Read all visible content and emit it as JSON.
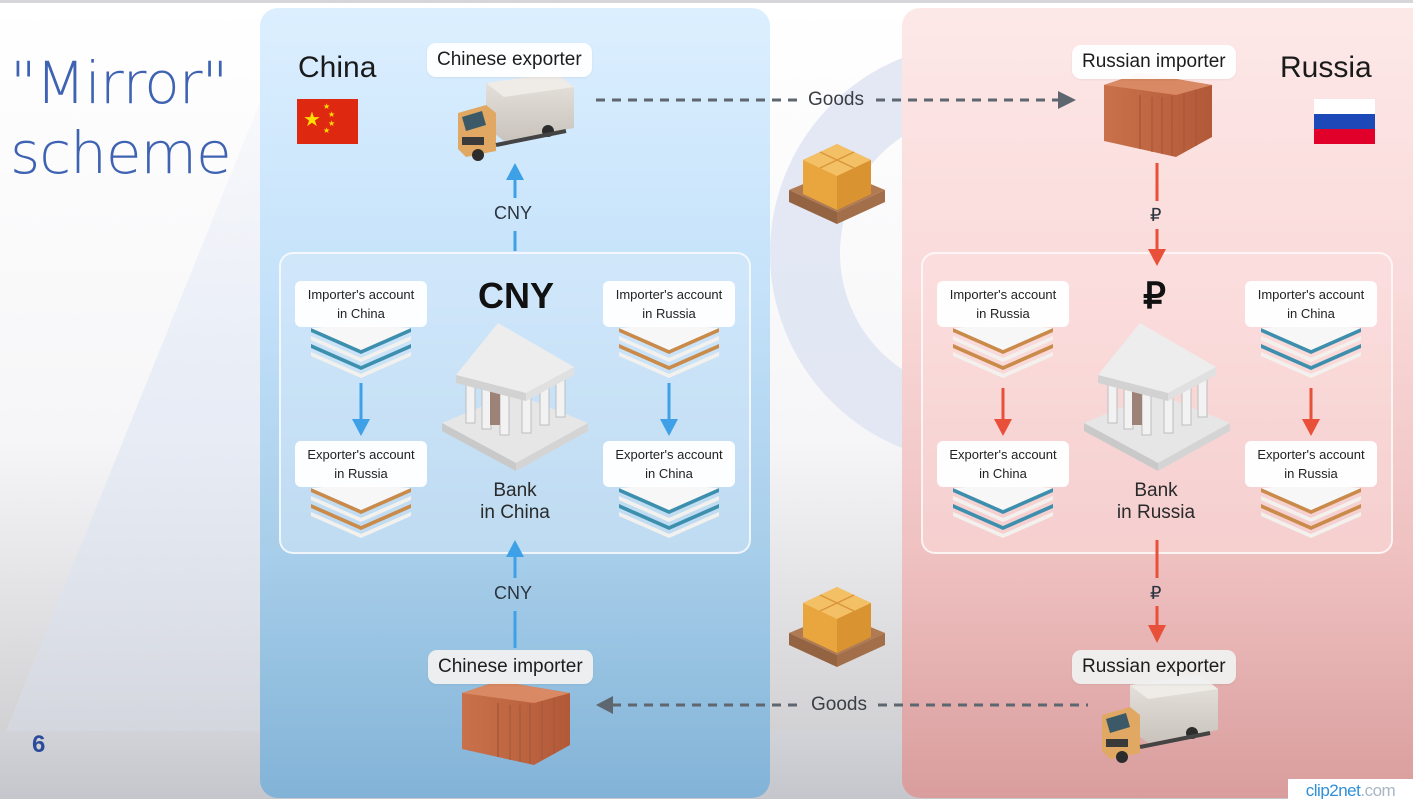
{
  "slide": {
    "title_line1": "\"Mirror\"",
    "title_line2": "scheme",
    "page_number": "6"
  },
  "colors": {
    "title": "#3f63b3",
    "china_arrow": "#3ea0e6",
    "russia_arrow": "#e9503a",
    "goods_dash": "#5e6670"
  },
  "china": {
    "name": "China",
    "flag_icon": "china-flag",
    "exporter_label": "Chinese exporter",
    "importer_label": "Chinese importer",
    "flow_top_currency": "CNY",
    "flow_bottom_currency": "CNY",
    "bank_currency": "CNY",
    "bank_caption_line1": "Bank",
    "bank_caption_line2": "in China",
    "accounts": {
      "top_left": {
        "line1": "Importer's account",
        "line2": "in China"
      },
      "bottom_left": {
        "line1": "Exporter's account",
        "line2": "in Russia"
      },
      "top_right": {
        "line1": "Importer's account",
        "line2": "in Russia"
      },
      "bottom_right": {
        "line1": "Exporter's account",
        "line2": "in China"
      }
    }
  },
  "russia": {
    "name": "Russia",
    "flag_icon": "russia-flag",
    "importer_label": "Russian importer",
    "exporter_label": "Russian exporter",
    "flow_top_currency": "₽",
    "flow_bottom_currency": "₽",
    "bank_currency": "₽",
    "bank_caption_line1": "Bank",
    "bank_caption_line2": "in Russia",
    "accounts": {
      "top_left": {
        "line1": "Importer's account",
        "line2": "in Russia"
      },
      "bottom_left": {
        "line1": "Exporter's account",
        "line2": "in China"
      },
      "top_right": {
        "line1": "Importer's account",
        "line2": "in China"
      },
      "bottom_right": {
        "line1": "Exporter's account",
        "line2": "in Russia"
      }
    }
  },
  "goods": {
    "top_label": "Goods",
    "bottom_label": "Goods"
  },
  "watermark": {
    "part1": "clip2net",
    "part2": ".com"
  }
}
